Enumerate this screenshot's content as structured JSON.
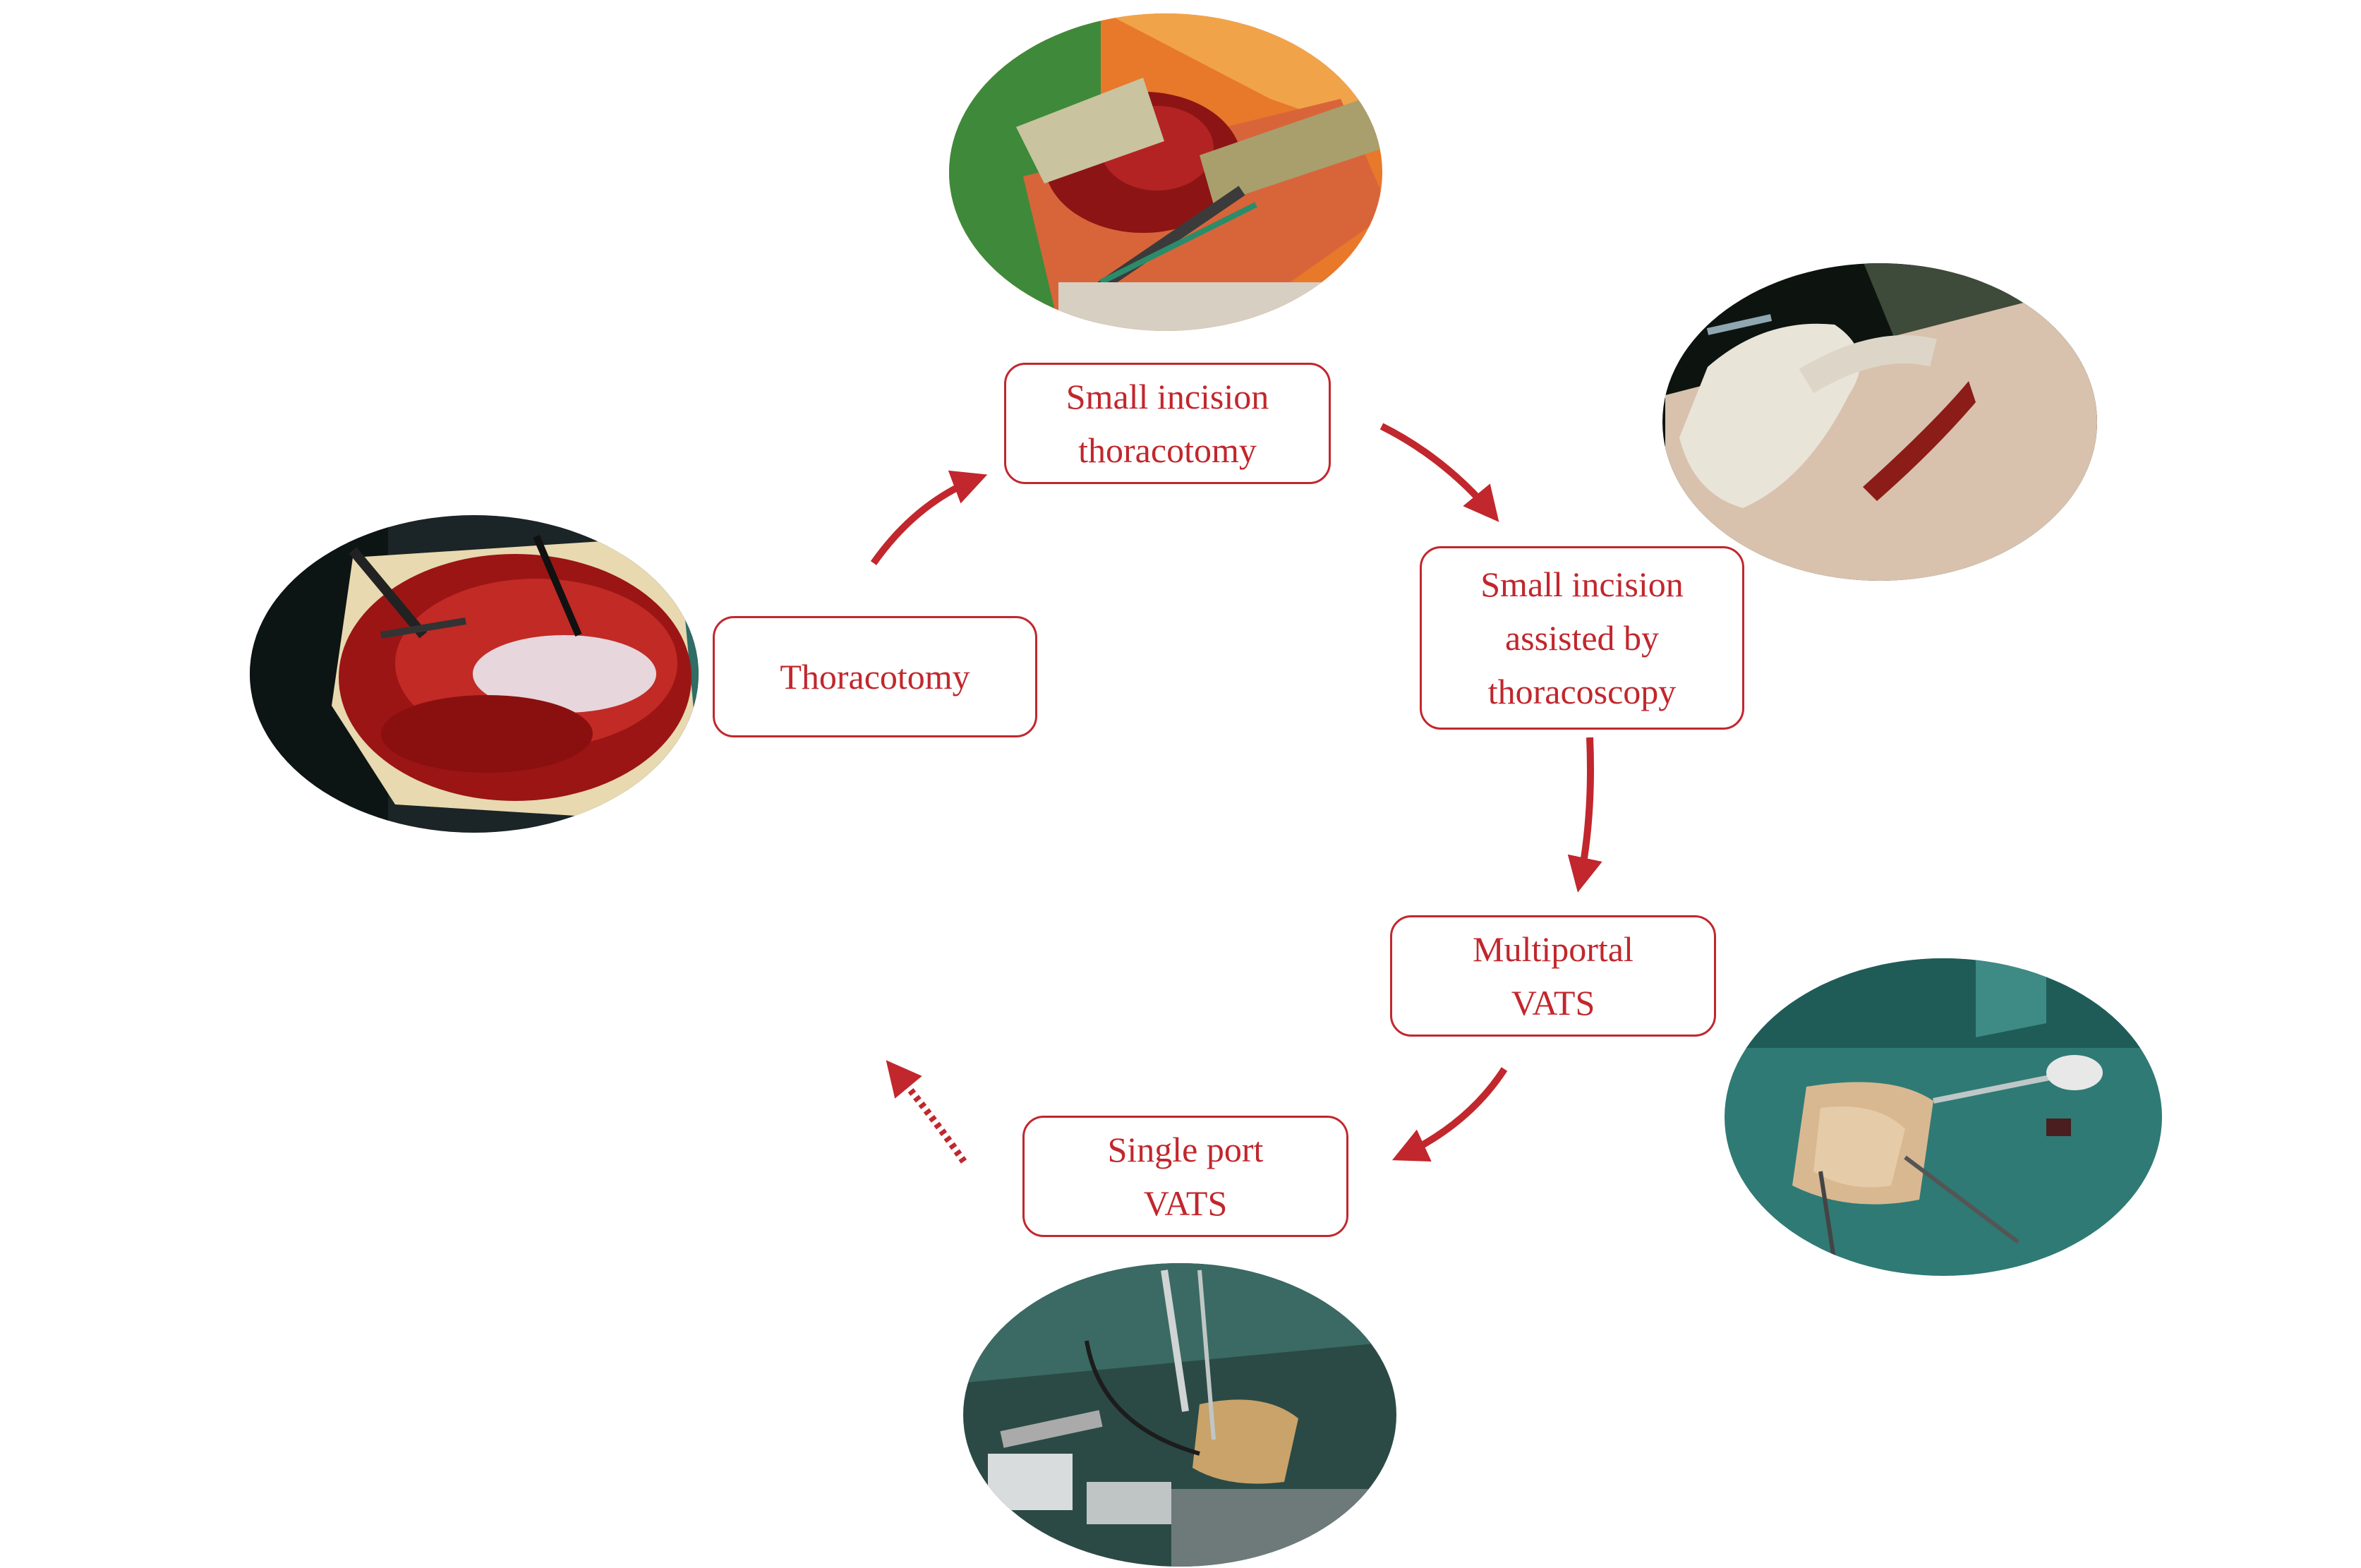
{
  "colors": {
    "accent": "#c1272d",
    "background": "#ffffff"
  },
  "stages": [
    {
      "id": "thoracotomy",
      "label": "Thoracotomy"
    },
    {
      "id": "small-incision-thoracotomy",
      "label": "Small incision\nthoracotomy"
    },
    {
      "id": "small-incision-assisted",
      "label": "Small incision\nassisted by\nthoracoscopy"
    },
    {
      "id": "multiportal-vats",
      "label": "Multiportal\nVATS"
    },
    {
      "id": "single-port-vats",
      "label": "Single port\nVATS"
    }
  ],
  "photos": [
    {
      "id": "thoracotomy-photo",
      "depicts": "open chest wall incision with retractors"
    },
    {
      "id": "small-incision-thoracotomy-photo",
      "depicts": "small thoracic incision with metal retractor and clamp"
    },
    {
      "id": "small-incision-assisted-photo",
      "depicts": "gloved hand at small chest incision"
    },
    {
      "id": "multiportal-vats-photo",
      "depicts": "draped chest with multiple instrument ports"
    },
    {
      "id": "single-port-vats-photo",
      "depicts": "single port with cables and instruments"
    }
  ]
}
